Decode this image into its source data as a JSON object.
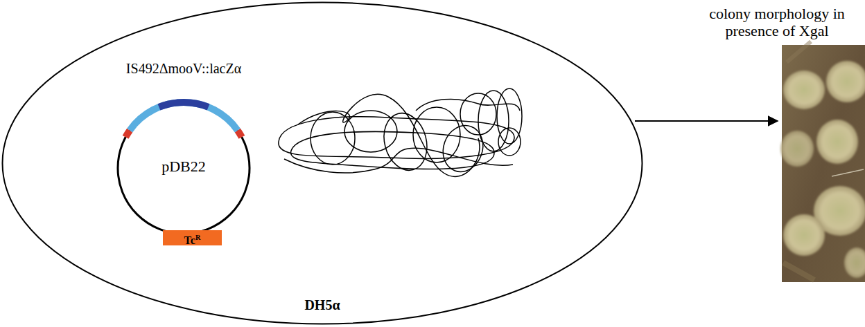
{
  "diagram": {
    "nodes": [
      {
        "text": [
          "DH5α"
        ]
      },
      {
        "text": [
          "pDB22"
        ],
        "in": 0
      },
      {
        "text": [
          "TcR"
        ],
        "in": 1
      },
      {
        "text": [
          "colony morphology in presence of Xgal"
        ]
      }
    ],
    "edges": [
      {
        "from": 0,
        "to": 3,
        "arrow": "to"
      }
    ],
    "labels": [
      "IS492ΔmooV::lacZα"
    ]
  }
}
